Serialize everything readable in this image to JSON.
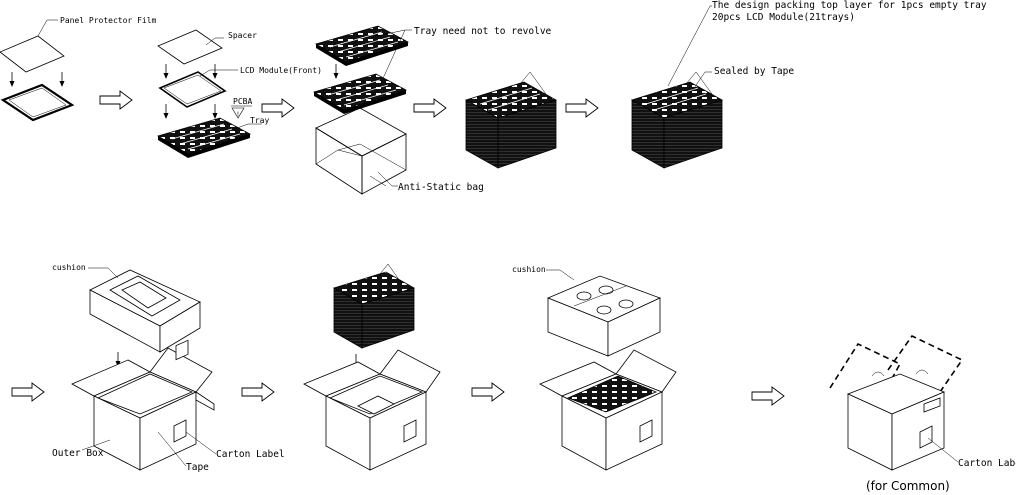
{
  "labels": {
    "panel_protector_film": "Panel Protector Film",
    "spacer": "Spacer",
    "lcd_module_front": "LCD Module(Front)",
    "pcba": "PCBA",
    "tray": "Tray",
    "tray_need_not_revolve": "Tray need not to revolve",
    "anti_static_bag": "Anti-Static bag",
    "top_layer_note": "The design packing top layer for 1pcs empty tray",
    "module_count": "20pcs LCD Module(21trays)",
    "sealed_by_tape": "Sealed by Tape",
    "cushion_1": "cushion",
    "outer_box": "Outer Box",
    "tape": "Tape",
    "carton_label_1": "Carton Label",
    "cushion_2": "cushion",
    "carton_label_2": "Carton Label",
    "for_common": "(for Common)"
  }
}
